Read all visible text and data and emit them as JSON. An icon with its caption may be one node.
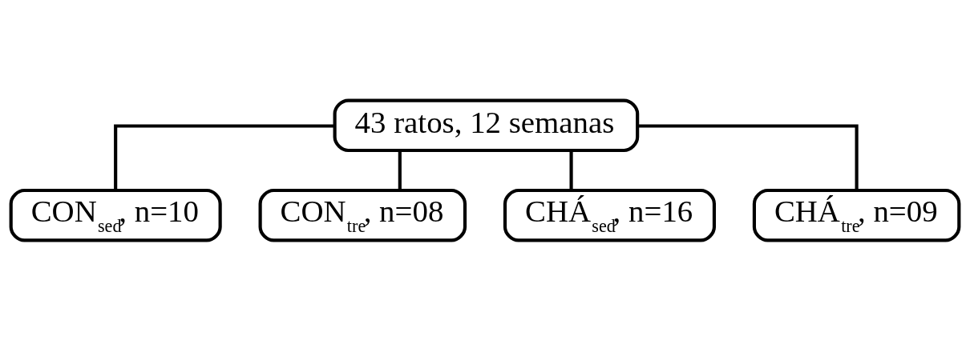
{
  "diagram": {
    "nodes": [
      {
        "text": [
          "43 ratos, 12 semanas"
        ]
      },
      {
        "text": [
          "CON$_{sed}$, n=10"
        ]
      },
      {
        "text": [
          "CON$_{tre}$, n=08"
        ]
      },
      {
        "text": [
          "CHÁ$_{sed}$, n=16"
        ]
      },
      {
        "text": [
          "CHÁ$_{tre}$, n=09"
        ]
      }
    ],
    "edges": [
      {
        "from": 0,
        "to": 1,
        "arrow": "none"
      },
      {
        "from": 0,
        "to": 2,
        "arrow": "none"
      },
      {
        "from": 0,
        "to": 3,
        "arrow": "none"
      },
      {
        "from": 0,
        "to": 4,
        "arrow": "none"
      }
    ]
  }
}
